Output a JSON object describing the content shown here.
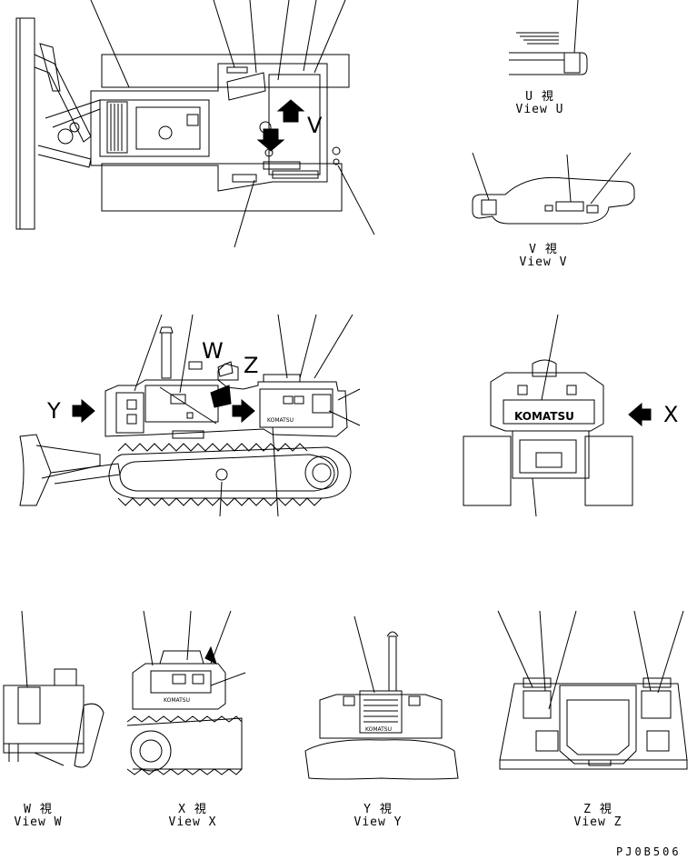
{
  "views": {
    "u": {
      "jp": "U 視",
      "en": "View U"
    },
    "v": {
      "jp": "V 視",
      "en": "View V"
    },
    "w": {
      "jp": "W 視",
      "en": "View W"
    },
    "x": {
      "jp": "X 視",
      "en": "View X"
    },
    "y": {
      "jp": "Y 視",
      "en": "View Y"
    },
    "z": {
      "jp": "Z 視",
      "en": "View Z"
    }
  },
  "arrow_letters": {
    "w": "W",
    "z": "Z",
    "y": "Y",
    "x": "X",
    "v": "V"
  },
  "brand": "KOMATSU",
  "drawing_code": "PJ0B506"
}
